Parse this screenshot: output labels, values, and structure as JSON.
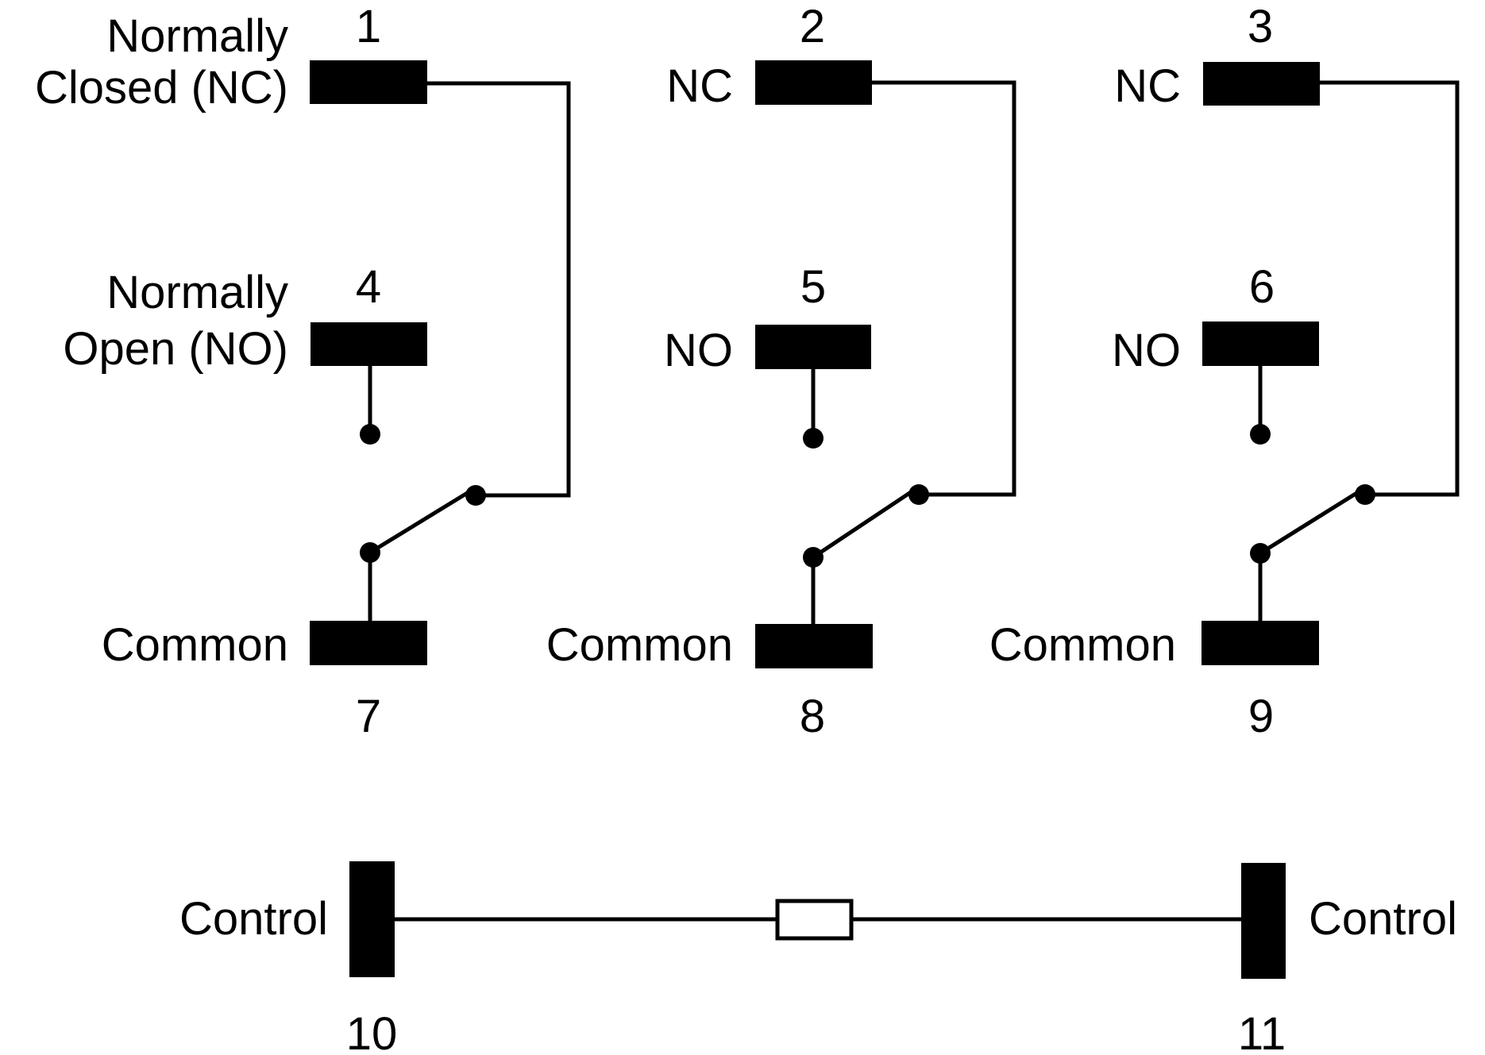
{
  "diagram": {
    "labels": {
      "nc_full_line1": "Normally",
      "nc_full_line2": "Closed (NC)",
      "no_full_line1": "Normally",
      "no_full_line2": "Open (NO)",
      "nc_short": "NC",
      "no_short": "NO",
      "common": "Common",
      "control": "Control"
    },
    "poles": [
      {
        "nc_pin": "1",
        "no_pin": "4",
        "common_pin": "7"
      },
      {
        "nc_pin": "2",
        "no_pin": "5",
        "common_pin": "8"
      },
      {
        "nc_pin": "3",
        "no_pin": "6",
        "common_pin": "9"
      }
    ],
    "coil": {
      "left_pin": "10",
      "right_pin": "11"
    },
    "colors": {
      "ink": "#000000",
      "background": "#ffffff"
    }
  }
}
